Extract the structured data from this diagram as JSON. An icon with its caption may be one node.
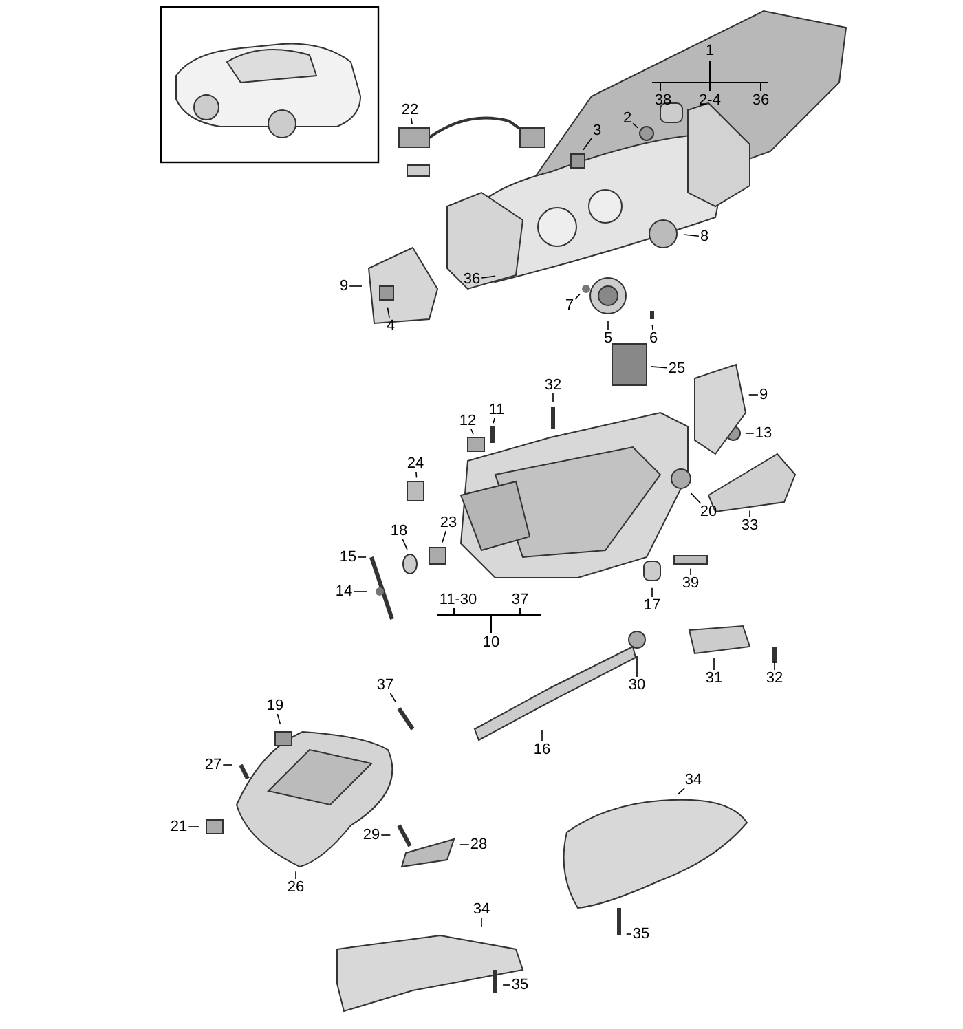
{
  "diagram": {
    "nodes": [
      {
        "text": [
          "36"
        ]
      },
      {
        "text": [
          "22"
        ]
      },
      {
        "text": [
          "3"
        ]
      },
      {
        "text": [
          "2"
        ]
      },
      {
        "text": [
          "8"
        ]
      },
      {
        "text": [
          "9"
        ]
      },
      {
        "text": [
          "4"
        ]
      },
      {
        "text": [
          "7"
        ]
      },
      {
        "text": [
          "5"
        ]
      },
      {
        "text": [
          "6"
        ]
      },
      {
        "text": [
          "32"
        ]
      },
      {
        "text": [
          "25"
        ]
      },
      {
        "text": [
          "9"
        ]
      },
      {
        "text": [
          "11"
        ]
      },
      {
        "text": [
          "12"
        ]
      },
      {
        "text": [
          "13"
        ]
      },
      {
        "text": [
          "24"
        ]
      },
      {
        "text": [
          "20"
        ]
      },
      {
        "text": [
          "18"
        ]
      },
      {
        "text": [
          "23"
        ]
      },
      {
        "text": [
          "33"
        ]
      },
      {
        "text": [
          "15"
        ]
      },
      {
        "text": [
          "14"
        ]
      },
      {
        "text": [
          "17"
        ]
      },
      {
        "text": [
          "39"
        ]
      },
      {
        "text": [
          "30"
        ]
      },
      {
        "text": [
          "31"
        ]
      },
      {
        "text": [
          "32"
        ]
      },
      {
        "text": [
          "16"
        ]
      },
      {
        "text": [
          "37"
        ]
      },
      {
        "text": [
          "19"
        ]
      },
      {
        "text": [
          "27"
        ]
      },
      {
        "text": [
          "21"
        ]
      },
      {
        "text": [
          "29"
        ]
      },
      {
        "text": [
          "28"
        ]
      },
      {
        "text": [
          "26"
        ]
      },
      {
        "text": [
          "34"
        ]
      },
      {
        "text": [
          "35"
        ]
      },
      {
        "text": [
          "34"
        ]
      },
      {
        "text": [
          "35"
        ]
      }
    ],
    "edges": [
      {
        "from": 0,
        "to": null,
        "arrow": "none"
      },
      {
        "from": 1,
        "to": null,
        "arrow": "none"
      },
      {
        "from": 2,
        "to": null,
        "arrow": "none"
      },
      {
        "from": 3,
        "to": null,
        "arrow": "none"
      },
      {
        "from": 4,
        "to": null,
        "arrow": "none"
      },
      {
        "from": 5,
        "to": null,
        "arrow": "none"
      },
      {
        "from": 6,
        "to": null,
        "arrow": "none"
      },
      {
        "from": 7,
        "to": null,
        "arrow": "none"
      },
      {
        "from": 8,
        "to": null,
        "arrow": "none"
      },
      {
        "from": 9,
        "to": null,
        "arrow": "none"
      },
      {
        "from": 10,
        "to": null,
        "arrow": "none"
      },
      {
        "from": 11,
        "to": null,
        "arrow": "none"
      },
      {
        "from": 12,
        "to": null,
        "arrow": "none"
      },
      {
        "from": 13,
        "to": null,
        "arrow": "none"
      },
      {
        "from": 14,
        "to": null,
        "arrow": "none"
      },
      {
        "from": 15,
        "to": null,
        "arrow": "none"
      },
      {
        "from": 16,
        "to": null,
        "arrow": "none"
      },
      {
        "from": 17,
        "to": null,
        "arrow": "none"
      },
      {
        "from": 18,
        "to": null,
        "arrow": "none"
      },
      {
        "from": 19,
        "to": null,
        "arrow": "none"
      },
      {
        "from": 20,
        "to": null,
        "arrow": "none"
      },
      {
        "from": 21,
        "to": null,
        "arrow": "none"
      },
      {
        "from": 22,
        "to": null,
        "arrow": "none"
      },
      {
        "from": 23,
        "to": null,
        "arrow": "none"
      },
      {
        "from": 24,
        "to": null,
        "arrow": "none"
      },
      {
        "from": 25,
        "to": null,
        "arrow": "none"
      },
      {
        "from": 26,
        "to": null,
        "arrow": "none"
      },
      {
        "from": 27,
        "to": null,
        "arrow": "none"
      },
      {
        "from": 28,
        "to": null,
        "arrow": "none"
      },
      {
        "from": 29,
        "to": null,
        "arrow": "none"
      },
      {
        "from": 30,
        "to": null,
        "arrow": "none"
      },
      {
        "from": 31,
        "to": null,
        "arrow": "none"
      },
      {
        "from": 32,
        "to": null,
        "arrow": "none"
      },
      {
        "from": 33,
        "to": null,
        "arrow": "none"
      },
      {
        "from": 34,
        "to": null,
        "arrow": "none"
      },
      {
        "from": 35,
        "to": null,
        "arrow": "none"
      },
      {
        "from": 36,
        "to": null,
        "arrow": "none"
      },
      {
        "from": 37,
        "to": null,
        "arrow": "none"
      },
      {
        "from": 38,
        "to": null,
        "arrow": "none"
      },
      {
        "from": 39,
        "to": null,
        "arrow": "none"
      }
    ],
    "labels": [
      "1",
      "38",
      "2-4",
      "36",
      "11-30",
      "37",
      "10"
    ]
  }
}
